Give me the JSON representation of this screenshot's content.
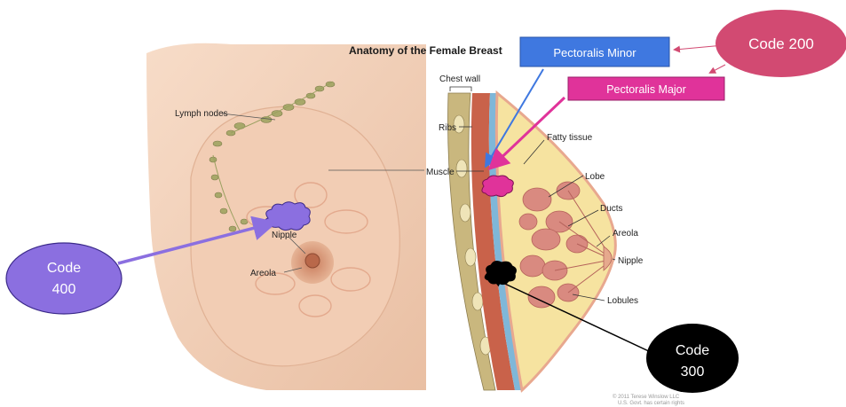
{
  "title": "Anatomy of the Female Breast",
  "front_view": {
    "lymph_nodes": "Lymph nodes",
    "nipple": "Nipple",
    "areola": "Areola"
  },
  "side_view": {
    "chest_wall": "Chest wall",
    "ribs": "Ribs",
    "muscle": "Muscle",
    "fatty_tissue": "Fatty tissue",
    "lobe": "Lobe",
    "ducts": "Ducts",
    "areola": "Areola",
    "nipple": "Nipple",
    "lobules": "Lobules"
  },
  "callouts": {
    "pectoralis_minor": "Pectoralis Minor",
    "pectoralis_major": "Pectoralis Major",
    "code_200": "Code 200",
    "code_300_line1": "Code",
    "code_300_line2": "300",
    "code_400_line1": "Code",
    "code_400_line2": "400"
  },
  "copyright_line1": "© 2011 Terese Winslow LLC",
  "copyright_line2": "U.S. Govt. has certain rights",
  "colors": {
    "pectoralis_minor_box": "#3f78e0",
    "pectoralis_major_box": "#e0339a",
    "code_200_oval": "#d24a72",
    "code_400_oval": "#8b6fe0",
    "code_300_oval": "#000000",
    "skin": "#f3d3bc",
    "fat": "#f6e3a0",
    "lobule": "#d98a80"
  }
}
